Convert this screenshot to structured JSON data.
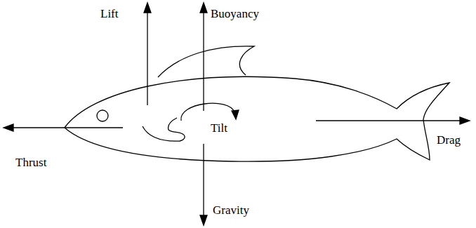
{
  "diagram": {
    "labels": [
      "Lift",
      "Buoyancy",
      "Tilt",
      "Thrust",
      "Drag",
      "Gravity"
    ]
  }
}
